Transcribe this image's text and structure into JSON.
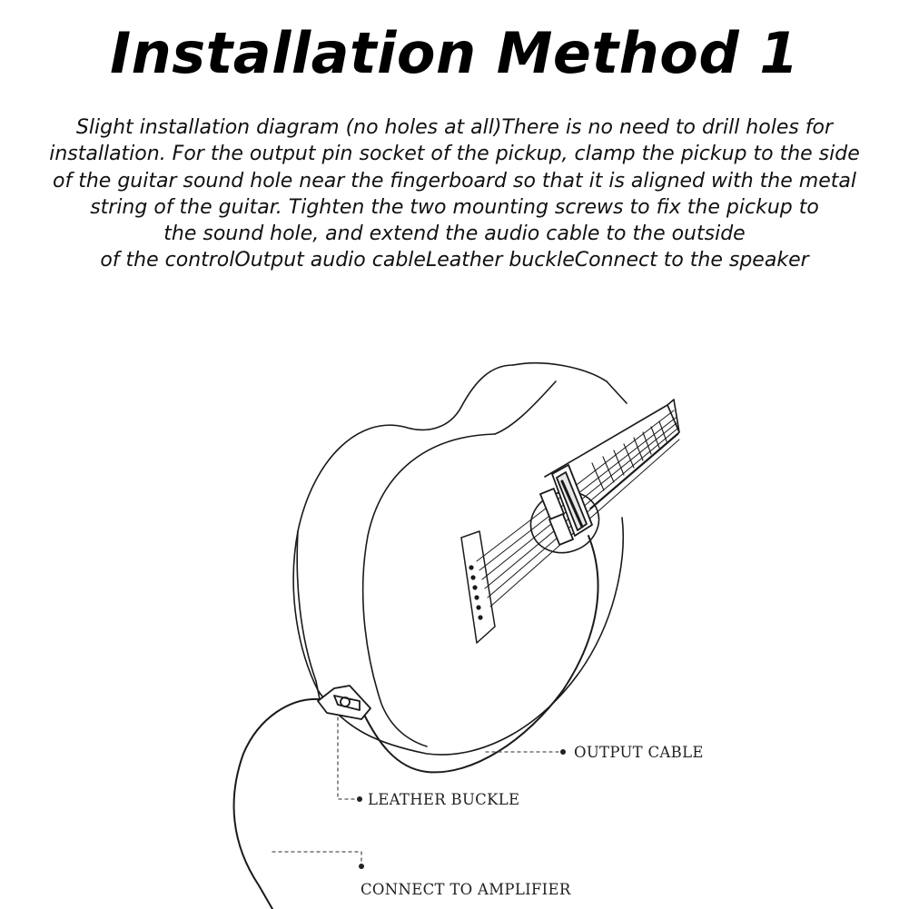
{
  "title": "Installation Method 1",
  "description_lines": [
    "Slight installation diagram (no holes at all)There is no need to drill holes for",
    "installation. For the output pin socket of the pickup, clamp the pickup to the side",
    "of the guitar sound hole near the fingerboard so that it is aligned with the metal",
    "string of the guitar. Tighten the two mounting screws to fix the pickup to",
    "the sound hole, and extend the audio cable to the outside",
    "of the controlOutput audio cableLeather buckleConnect to the speaker"
  ],
  "labels": {
    "output_cable": "OUTPUT CABLE",
    "leather_buckle": "LEATHER BUCKLE",
    "connect_amplifier": "CONNECT TO AMPLIFIER"
  },
  "colors": {
    "line": "#1a1a1a",
    "leader": "#555555",
    "text": "#111111"
  }
}
